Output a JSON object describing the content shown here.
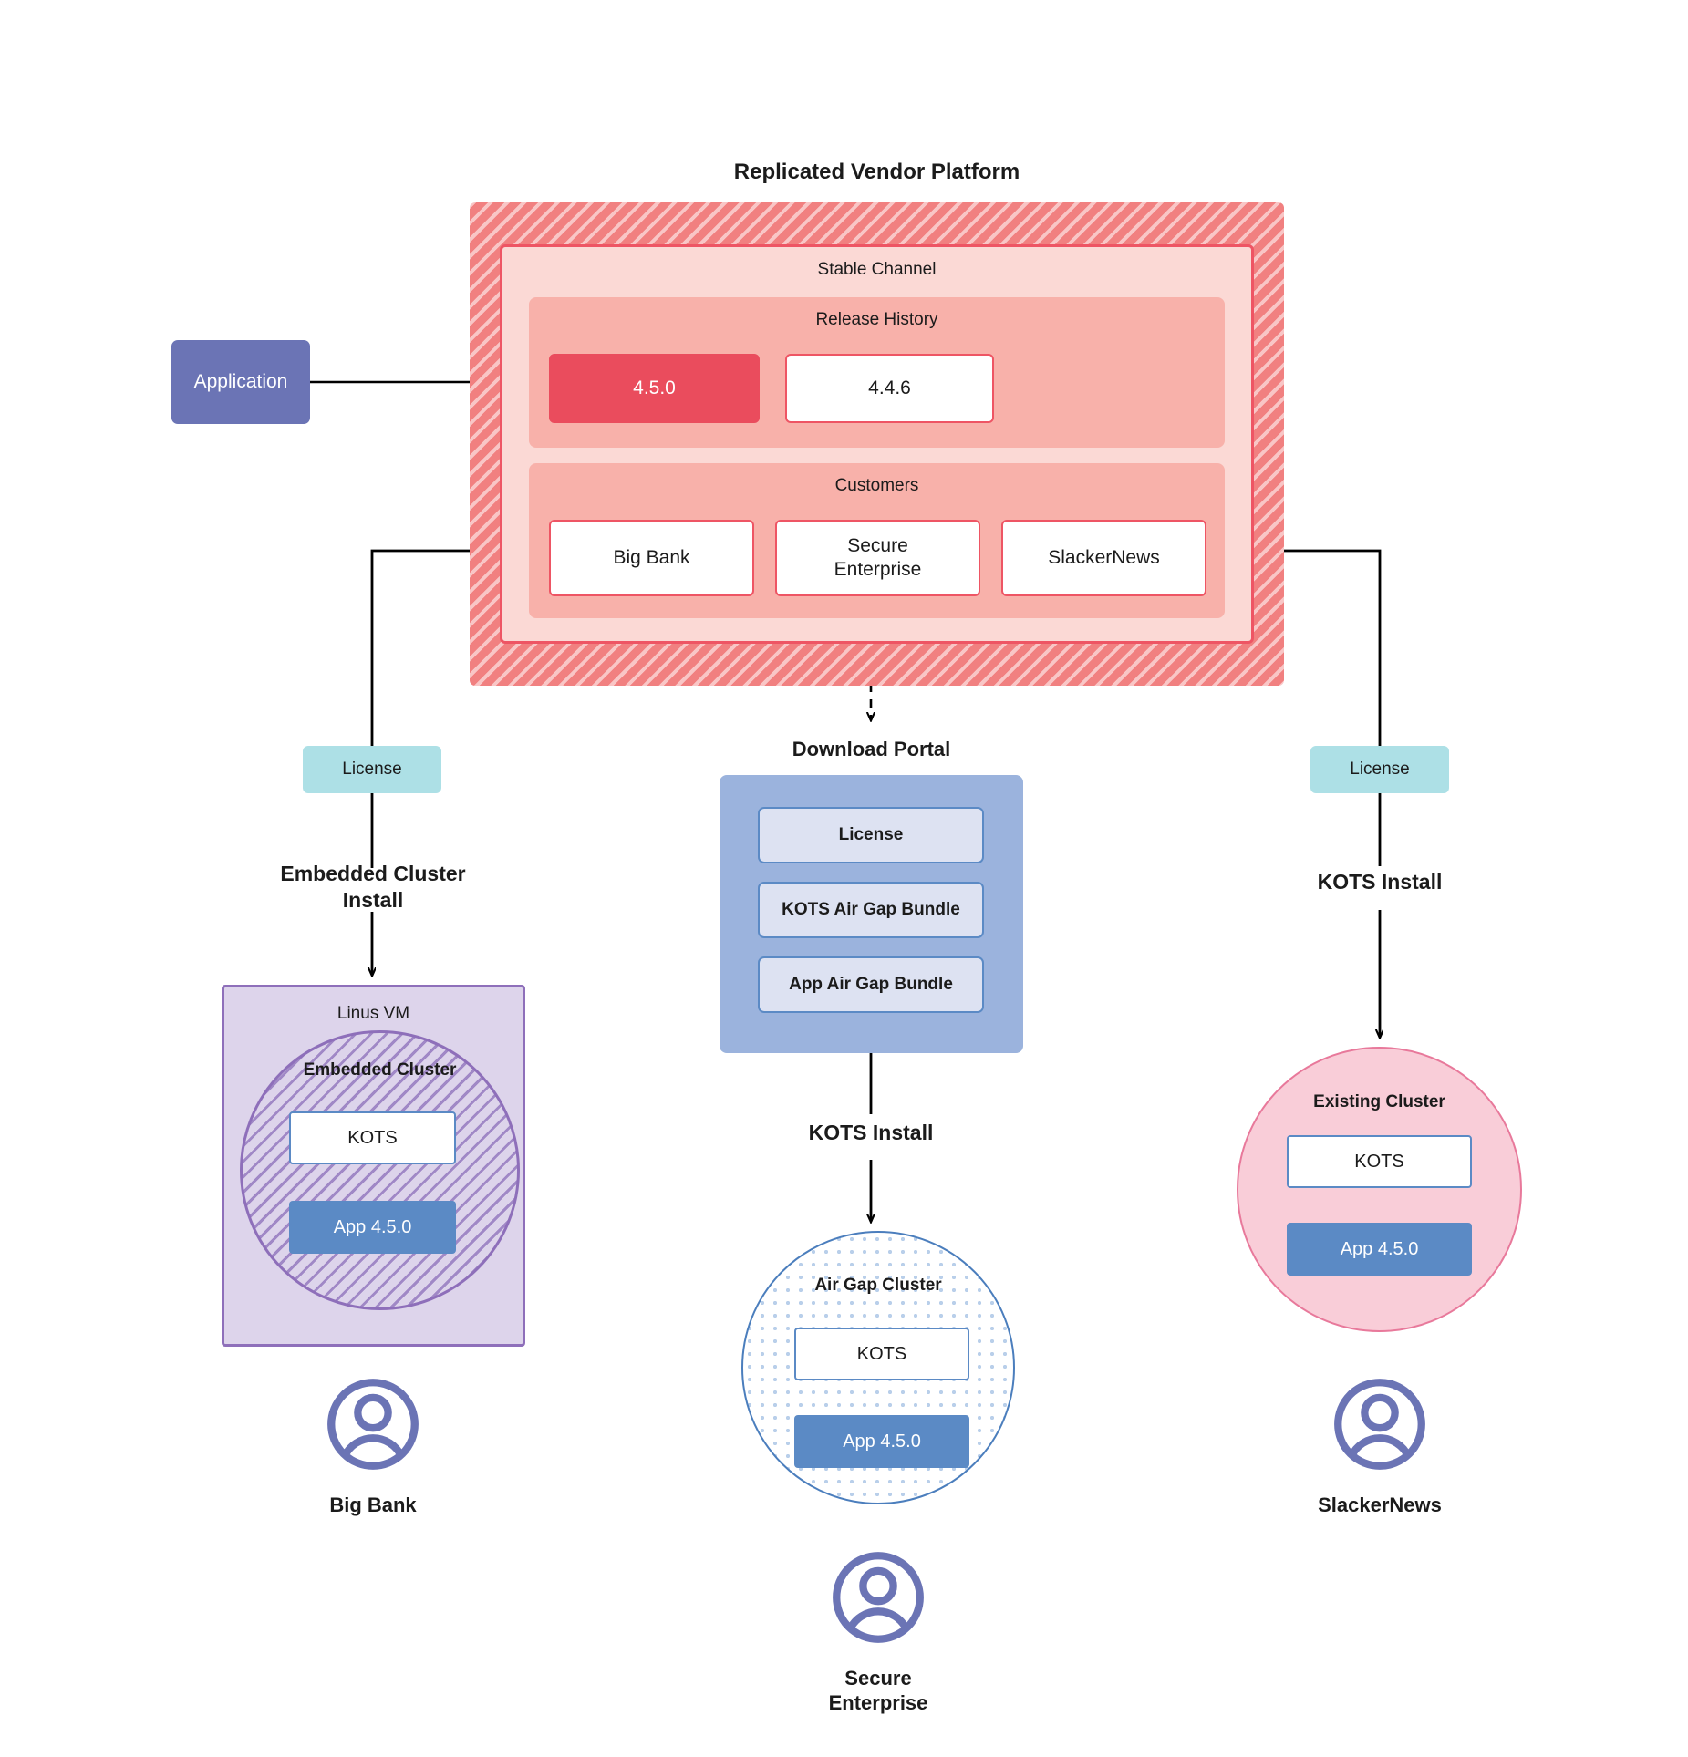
{
  "diagram": {
    "title": "Replicated Vendor Platform"
  },
  "application": {
    "label": "Application"
  },
  "platform": {
    "stable_channel_label": "Stable Channel",
    "release_history": {
      "heading": "Release History",
      "releases": [
        {
          "version": "4.5.0",
          "state": "current"
        },
        {
          "version": "4.4.6",
          "state": "previous"
        }
      ]
    },
    "customers": {
      "heading": "Customers",
      "items": [
        {
          "name": "Big Bank"
        },
        {
          "name": "Secure\nEnterprise"
        },
        {
          "name": "SlackerNews"
        }
      ]
    }
  },
  "branches": {
    "left": {
      "license_label": "License",
      "install_label": "Embedded Cluster\nInstall",
      "vm_label": "Linus VM",
      "cluster_label": "Embedded Cluster",
      "kots_label": "KOTS",
      "app_label": "App 4.5.0",
      "customer_label": "Big Bank"
    },
    "center": {
      "portal_title": "Download  Portal",
      "portal_items": [
        {
          "label": "License"
        },
        {
          "label": "KOTS Air Gap Bundle"
        },
        {
          "label": "App Air Gap Bundle"
        }
      ],
      "install_label": "KOTS Install",
      "cluster_label": "Air Gap Cluster",
      "kots_label": "KOTS",
      "app_label": "App 4.5.0",
      "customer_label": "Secure\nEnterprise"
    },
    "right": {
      "license_label": "License",
      "install_label": "KOTS Install",
      "cluster_label": "Existing Cluster",
      "kots_label": "KOTS",
      "app_label": "App 4.5.0",
      "customer_label": "SlackerNews"
    }
  },
  "colors": {
    "platform_hatch": "#f18080",
    "stable_channel": "#fbd9d5",
    "band": "#f8b1aa",
    "release_current": "#ea4c5d",
    "accent_red": "#ee5564",
    "application": "#6b74b5",
    "license_teal": "#ade0e6",
    "portal": "#9bb3dd",
    "portal_item": "#dde2f2",
    "app_blue": "#5b8ac5",
    "vm_purple": "#ddd4eb",
    "vm_border": "#8e6fba",
    "existing_pink": "#f9cdd8",
    "existing_border": "#e8799b",
    "airgap_border": "#4b7ebd",
    "avatar": "#6b74b5"
  },
  "icons": {
    "avatar": "user-avatar-icon"
  }
}
